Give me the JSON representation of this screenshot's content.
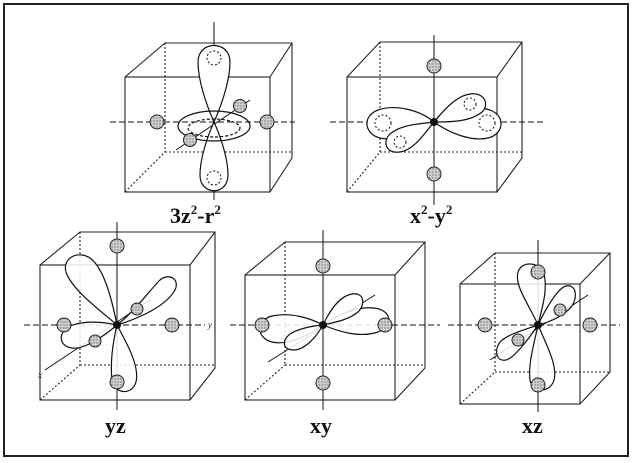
{
  "orbitals": [
    {
      "id": "3z2-r2",
      "base": "3z",
      "sup1": "2",
      "mid": "-r",
      "sup2": "2"
    },
    {
      "id": "x2-y2",
      "base": "x",
      "sup1": "2",
      "mid": "-y",
      "sup2": "2"
    },
    {
      "id": "yz",
      "text": "yz"
    },
    {
      "id": "xy",
      "text": "xy"
    },
    {
      "id": "xz",
      "text": "xz"
    }
  ],
  "axis_letters": {
    "x": "x",
    "y": "y"
  },
  "colors": {
    "line": "#111111",
    "ligand": "#b8b8b8",
    "ligand_stroke": "#222222",
    "frame": "#222222"
  }
}
